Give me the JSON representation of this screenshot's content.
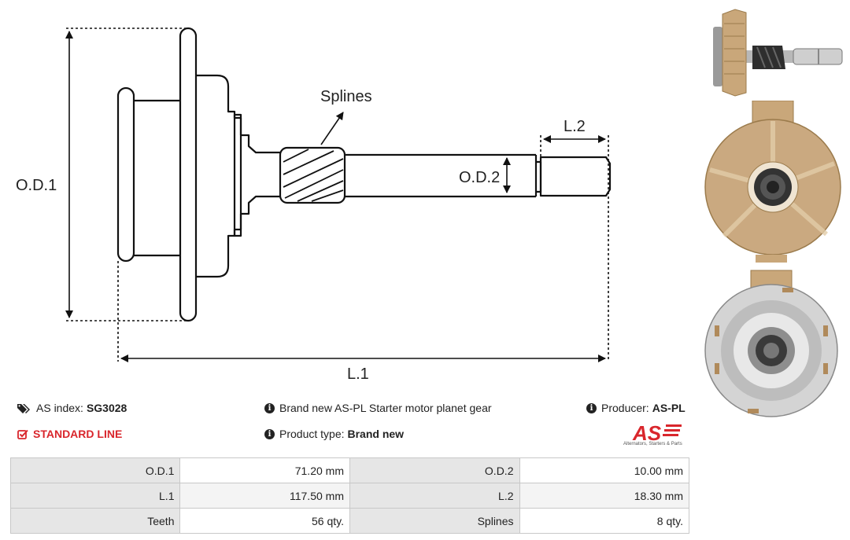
{
  "diagram": {
    "labels": {
      "od1": "O.D.1",
      "od2": "O.D.2",
      "l1": "L.1",
      "l2": "L.2",
      "splines": "Splines"
    }
  },
  "info": {
    "as_index_label": "AS index:",
    "as_index_value": "SG3028",
    "standard_line": "STANDARD LINE",
    "description": "Brand new AS-PL Starter motor planet gear",
    "product_type_label": "Product type:",
    "product_type_value": "Brand new",
    "producer_label": "Producer:",
    "producer_value": "AS-PL"
  },
  "logo": {
    "text": "AS",
    "tagline": "Alternators, Starters & Parts",
    "color": "#d9262c"
  },
  "specs": [
    [
      {
        "k": "O.D.1",
        "v": "71.20 mm"
      },
      {
        "k": "O.D.2",
        "v": "10.00 mm"
      }
    ],
    [
      {
        "k": "L.1",
        "v": "117.50 mm"
      },
      {
        "k": "L.2",
        "v": "18.30 mm"
      }
    ],
    [
      {
        "k": "Teeth",
        "v": "56 qty."
      },
      {
        "k": "Splines",
        "v": "8 qty."
      }
    ]
  ],
  "colors": {
    "accent_red": "#d9262c",
    "table_key_bg": "#e6e6e6",
    "plastic_beige": "#c9a77a"
  }
}
